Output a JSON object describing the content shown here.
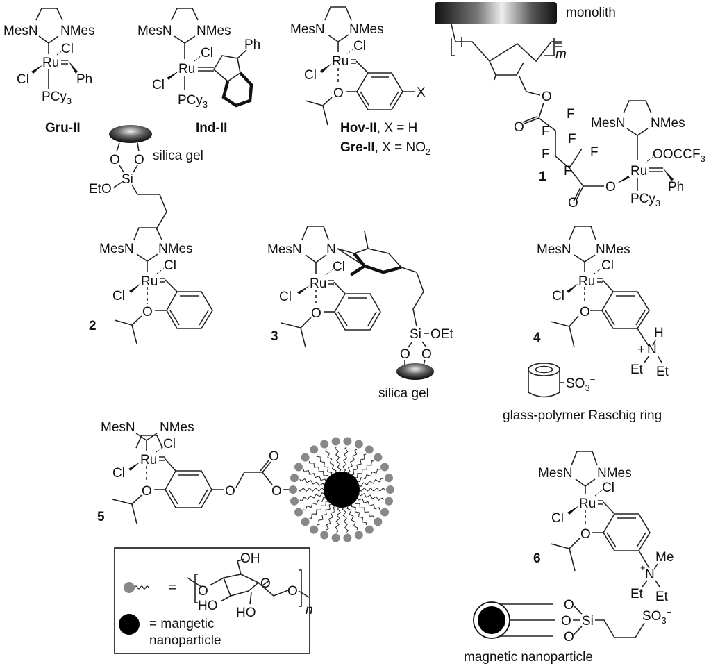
{
  "atoms": {
    "mesn": "MesN",
    "nmes": "NMes",
    "n": "N",
    "cl": "Cl",
    "ru": "Ru",
    "ph": "Ph",
    "pcy": "PCy",
    "sub3": "3",
    "o": "O",
    "x": "X",
    "f": "F",
    "si": "Si",
    "eto": "EtO",
    "oet": "OEt",
    "et": "Et",
    "h": "H",
    "me": "Me",
    "plus": "+",
    "so": "SO",
    "minus": "−",
    "ho": "HO",
    "oh": "OH",
    "oocc": "OOCCF",
    "m": "m",
    "n_italic": "n",
    "eq": "="
  },
  "compounds": {
    "gru": {
      "label": "Gru-II"
    },
    "ind": {
      "label": "Ind-II"
    },
    "hov": {
      "label": "Hov-II",
      "suffix": ", X = H"
    },
    "gre": {
      "label": "Gre-II",
      "suffix": ", X = NO",
      "sub": "2"
    },
    "c1": {
      "label": "1",
      "support": "monolith"
    },
    "c2": {
      "label": "2",
      "support": "silica gel"
    },
    "c3": {
      "label": "3",
      "support": "silica gel"
    },
    "c4": {
      "label": "4",
      "support": "glass-polymer Raschig ring"
    },
    "c5": {
      "label": "5"
    },
    "c6": {
      "label": "6",
      "support": "magnetic nanoparticle"
    }
  },
  "legend": {
    "equals": "=",
    "particle_line1": "= mangetic",
    "particle_line2": "nanoparticle"
  },
  "colors": {
    "ink": "#111111",
    "grey_bead": "#888888",
    "particle": "#000000"
  }
}
